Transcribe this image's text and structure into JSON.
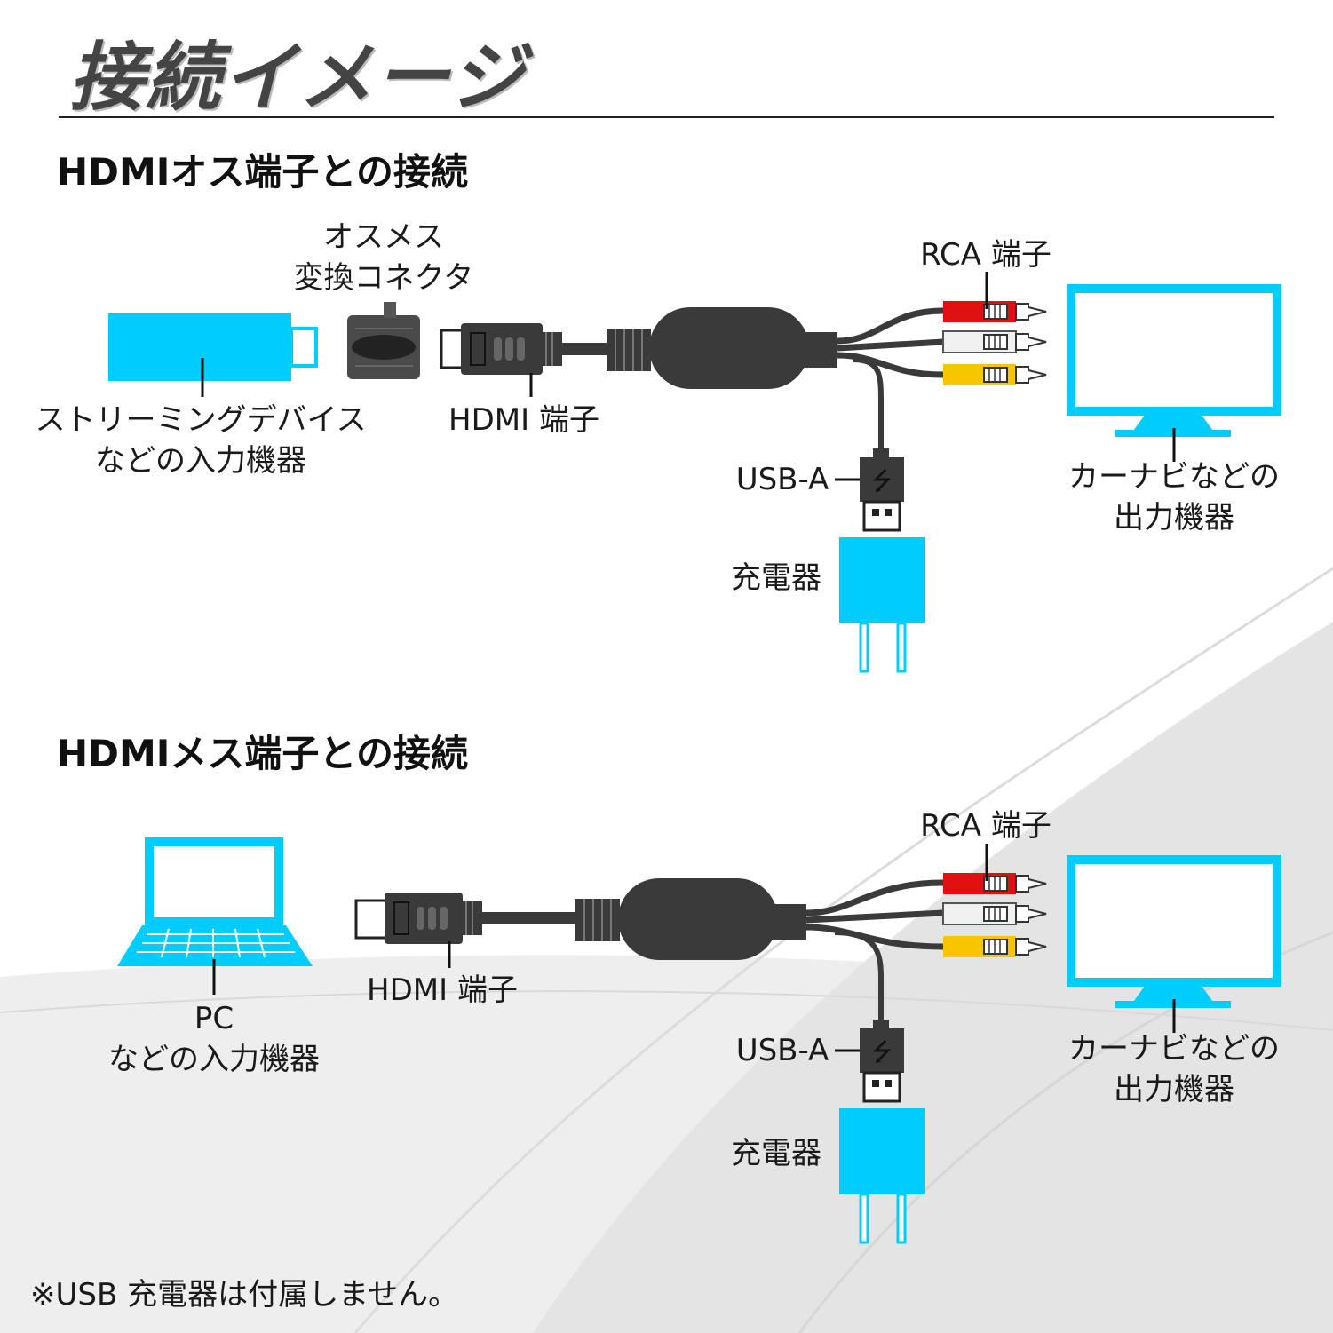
{
  "title": "接続イメージ",
  "sections": [
    {
      "heading": "HDMIオス端子との接続",
      "input_device": {
        "line1": "ストリーミングデバイス",
        "line2": "などの入力機器"
      },
      "adapter": {
        "line1": "オスメス",
        "line2": "変換コネクタ"
      },
      "hdmi_label": "HDMI 端子",
      "rca_label": "RCA 端子",
      "usb_label": "USB-A",
      "charger_label": "充電器",
      "output_device": {
        "line1": "カーナビなどの",
        "line2": "出力機器"
      }
    },
    {
      "heading": "HDMIメス端子との接続",
      "input_device": {
        "line1": "PC",
        "line2": "などの入力機器"
      },
      "hdmi_label": "HDMI 端子",
      "rca_label": "RCA 端子",
      "usb_label": "USB-A",
      "charger_label": "充電器",
      "output_device": {
        "line1": "カーナビなどの",
        "line2": "出力機器"
      }
    }
  ],
  "footnote": "※USB 充電器は付属しません。",
  "colors": {
    "device_cyan": "#00cdfb",
    "cable_dark": "#3a3a3a",
    "rca_red": "#e01010",
    "rca_white": "#f0f0f0",
    "rca_yellow": "#f7c600"
  }
}
